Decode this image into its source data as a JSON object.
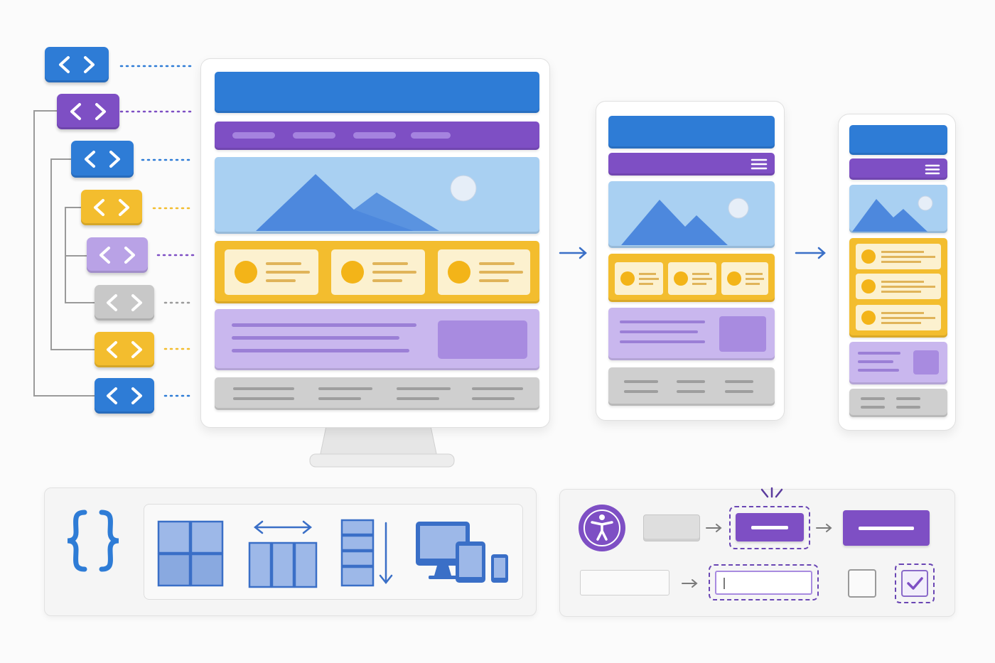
{
  "colors": {
    "blue": "#2e7cd6",
    "purple": "#7e4fc4",
    "light_purple": "#b9a2e6",
    "yellow": "#f3bd2e",
    "gray": "#c8c8c8",
    "hero_bg": "#a9d0f2",
    "mountain": "#4d88dd",
    "card_cream": "#fcf1cf",
    "icon_blue": "#3a6fc7"
  },
  "code_tags": [
    "blue",
    "purple",
    "blue",
    "yellow",
    "light_purple",
    "gray",
    "yellow",
    "blue"
  ],
  "icons": {
    "tag": "code-brackets-icon",
    "braces": "curly-braces-icon",
    "grid": "grid-layout-icon",
    "flex_row": "flex-row-icon",
    "stack": "vertical-stack-icon",
    "devices": "responsive-devices-icon",
    "accessibility": "accessibility-icon",
    "check": "checkmark-icon"
  }
}
